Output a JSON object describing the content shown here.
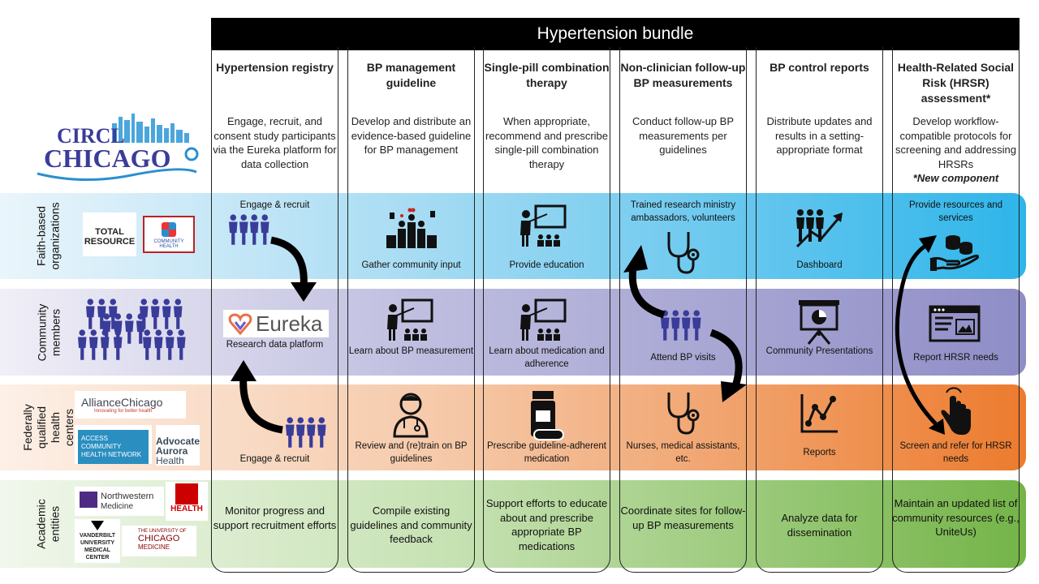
{
  "header": {
    "title": "Hypertension bundle"
  },
  "logo": {
    "line1": "CIRCL",
    "line2": "CHICAGO"
  },
  "rows": {
    "faith": "Faith-based organizations",
    "community": "Community members",
    "fqhc": "Federally qualified health centers",
    "academic": "Academic entities"
  },
  "partners": {
    "faith_1": "TOTAL RESOURCE",
    "faith_2": "COMMUNITY HEALTH",
    "fqhc_1": "AllianceChicago",
    "fqhc_1_sub": "Innovating for better health",
    "fqhc_2": "ACCESS COMMUNITY HEALTH NETWORK",
    "fqhc_3a": "Advocate",
    "fqhc_3b": "Aurora",
    "fqhc_3c": "Health",
    "acad_1": "Northwestern",
    "acad_1b": "Medicine",
    "acad_2": "HEALTH",
    "acad_3": "VANDERBILT UNIVERSITY MEDICAL CENTER",
    "acad_4a": "THE UNIVERSITY OF",
    "acad_4b": "CHICAGO",
    "acad_4c": "MEDICINE"
  },
  "columns": [
    {
      "title": "Hypertension registry",
      "desc": "Engage, recruit, and consent study participants via the Eureka platform for data collection",
      "faith": "Engage & recruit",
      "community": "Research data platform",
      "community_logo": "Eureka",
      "fqhc": "Engage & recruit",
      "academic": "Monitor progress and support recruitment efforts",
      "icons": [
        "people-icon",
        "eureka-logo",
        "people-icon"
      ]
    },
    {
      "title": "BP management guideline",
      "desc": "Develop and distribute an evidence-based guideline for BP management",
      "faith": "Gather community input",
      "community": "Learn about BP measurement",
      "fqhc": "Review and (re)train on BP guidelines",
      "academic": "Compile existing guidelines and community feedback",
      "icons": [
        "community-input-icon",
        "teacher-icon",
        "doctor-icon"
      ]
    },
    {
      "title": "Single-pill combination therapy",
      "desc": "When appropriate, recommend and prescribe single-pill combination therapy",
      "faith": "Provide education",
      "community": "Learn about medication and adherence",
      "fqhc": "Prescribe guideline-adherent medication",
      "academic": "Support efforts to educate about and prescribe appropriate BP medications",
      "icons": [
        "teacher-icon",
        "teacher-icon",
        "pill-bottle-icon"
      ]
    },
    {
      "title": "Non-clinician follow-up BP measurements",
      "desc": "Conduct follow-up BP measurements per guidelines",
      "faith": "Trained research ministry ambassadors, volunteers",
      "community": "Attend BP visits",
      "fqhc": "Nurses, medical assistants, etc.",
      "academic": "Coordinate sites for follow-up BP measurements",
      "icons": [
        "stethoscope-icon",
        "people-icon",
        "stethoscope-icon"
      ]
    },
    {
      "title": "BP control reports",
      "desc": "Distribute updates and results in a setting-appropriate format",
      "faith": "Dashboard",
      "community": "Community Presentations",
      "fqhc": "Reports",
      "academic": "Analyze data for dissemination",
      "icons": [
        "dashboard-icon",
        "presentation-icon",
        "chart-icon"
      ]
    },
    {
      "title": "Health-Related Social Risk (HRSR) assessment*",
      "desc": "Develop workflow-compatible protocols for screening and addressing HRSRs",
      "desc_note": "*New component",
      "faith": "Provide resources and services",
      "community": "Report HRSR needs",
      "fqhc": "Screen and refer for HRSR needs",
      "academic": "Maintain an updated list of community resources (e.g., UniteUs)",
      "icons": [
        "hand-coins-icon",
        "browser-icon",
        "tap-icon"
      ]
    }
  ],
  "colors": {
    "faith": "#2eb5ea",
    "community": "#8f8dc6",
    "fqhc": "#ec7b2e",
    "academic": "#74b448",
    "icon": "#3a3c9a",
    "header": "#000000"
  }
}
